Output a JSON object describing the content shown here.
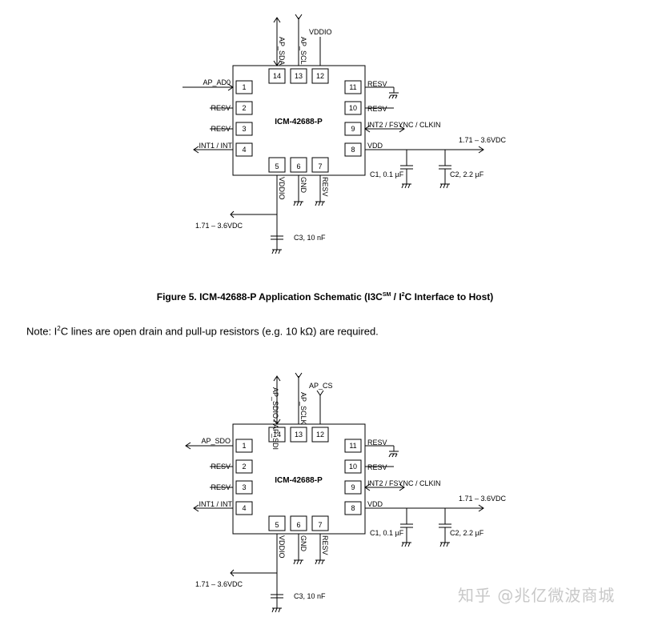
{
  "schematic1": {
    "chip_name": "ICM-42688-P",
    "top_pins": [
      {
        "num": "14",
        "label": "AP_SDA"
      },
      {
        "num": "13",
        "label": "AP_SCL"
      },
      {
        "num": "12",
        "label": "VDDIO"
      }
    ],
    "left_pins": [
      {
        "num": "1",
        "label": "AP_AD0"
      },
      {
        "num": "2",
        "label": "RESV"
      },
      {
        "num": "3",
        "label": "RESV"
      },
      {
        "num": "4",
        "label": "INT1 / INT"
      }
    ],
    "right_pins": [
      {
        "num": "11",
        "label": "RESV"
      },
      {
        "num": "10",
        "label": "RESV"
      },
      {
        "num": "9",
        "label": "INT2 / FSYNC / CLKIN"
      },
      {
        "num": "8",
        "label": "VDD"
      }
    ],
    "bottom_pins": [
      {
        "num": "5",
        "label": "VDDIO"
      },
      {
        "num": "6",
        "label": "GND"
      },
      {
        "num": "7",
        "label": "RESV"
      }
    ],
    "vdd_supply": "1.71 – 3.6VDC",
    "vddio_supply": "1.71 – 3.6VDC",
    "c1": "C1, 0.1 µF",
    "c2": "C2, 2.2 µF",
    "c3": "C3, 10 nF"
  },
  "caption": {
    "prefix": "Figure 5. ICM-42688-P Application Schematic (I3C",
    "sup1": "SM",
    "mid": " / I",
    "sup2": "2",
    "suffix": "C Interface to Host)"
  },
  "note": {
    "prefix": "Note: I",
    "sup": "2",
    "suffix": "C lines are open drain and pull-up resistors (e.g. 10 kΩ) are required."
  },
  "schematic2": {
    "chip_name": "ICM-42688-P",
    "top_pins": [
      {
        "num": "14",
        "label": "AP_SDIO / AP_SDI"
      },
      {
        "num": "13",
        "label": "AP_SCLK"
      },
      {
        "num": "12",
        "label": "AP_CS"
      }
    ],
    "left_pins": [
      {
        "num": "1",
        "label": "AP_SDO"
      },
      {
        "num": "2",
        "label": "RESV"
      },
      {
        "num": "3",
        "label": "RESV"
      },
      {
        "num": "4",
        "label": "INT1 / INT"
      }
    ],
    "right_pins": [
      {
        "num": "11",
        "label": "RESV"
      },
      {
        "num": "10",
        "label": "RESV"
      },
      {
        "num": "9",
        "label": "INT2 / FSYNC / CLKIN"
      },
      {
        "num": "8",
        "label": "VDD"
      }
    ],
    "bottom_pins": [
      {
        "num": "5",
        "label": "VDDIO"
      },
      {
        "num": "6",
        "label": "GND"
      },
      {
        "num": "7",
        "label": "RESV"
      }
    ],
    "vdd_supply": "1.71 – 3.6VDC",
    "vddio_supply": "1.71 – 3.6VDC",
    "c1": "C1, 0.1 µF",
    "c2": "C2, 2.2 µF",
    "c3": "C3, 10 nF"
  },
  "watermark": "知乎 @兆亿微波商城"
}
